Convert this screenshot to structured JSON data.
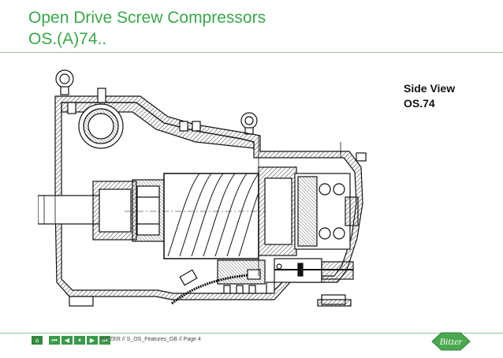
{
  "header": {
    "title_line1": "Open Drive Screw Compressors",
    "title_line2": "OS.(A)74.."
  },
  "drawing": {
    "label_line1": "Side View",
    "label_line2": "OS.74"
  },
  "footer": {
    "nav_buttons": [
      {
        "name": "home-icon",
        "glyph": "⌂"
      },
      {
        "name": "first-page-icon",
        "glyph": "⏮"
      },
      {
        "name": "previous-page-icon",
        "glyph": "◀"
      },
      {
        "name": "pause-icon",
        "glyph": "⏸"
      },
      {
        "name": "next-page-icon",
        "glyph": "▶"
      },
      {
        "name": "last-page-icon",
        "glyph": "⏭"
      }
    ],
    "text": "BITZER // S_OS_Features_GB // Page 4",
    "logo_text": "Bitzer"
  },
  "colors": {
    "accent": "#3aa84a",
    "nav": "#3a9a49",
    "rule": "#8fc79a"
  }
}
